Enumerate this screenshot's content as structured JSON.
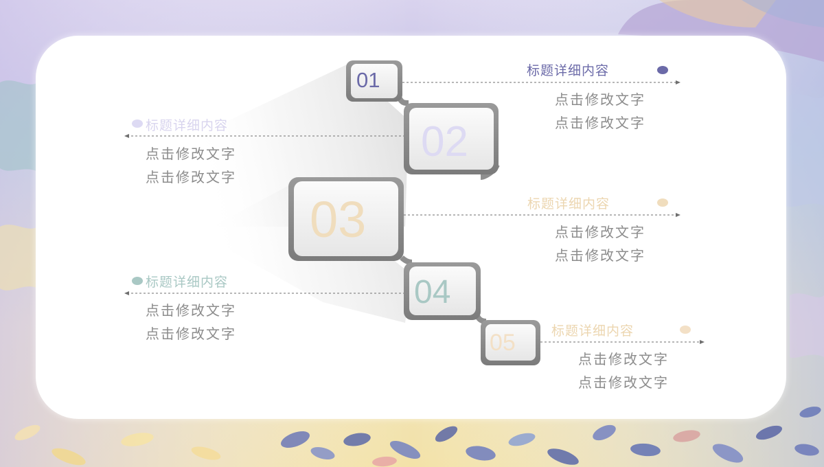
{
  "colors": {
    "step1": "#6b6aa8",
    "step2": "#dddaf3",
    "step3": "#f0ddbd",
    "step4": "#a9c8c4",
    "step5": "#f3e0c6",
    "body_text": "#8c8c8c",
    "bezel": "#8f8f8f",
    "card": "#ffffff"
  },
  "steps": [
    {
      "number": "01",
      "title": "标题详细内容",
      "line1": "点击修改文字",
      "line2": "点击修改文字",
      "side": "right"
    },
    {
      "number": "02",
      "title": "标题详细内容",
      "line1": "点击修改文字",
      "line2": "点击修改文字",
      "side": "left"
    },
    {
      "number": "03",
      "title": "标题详细内容",
      "line1": "点击修改文字",
      "line2": "点击修改文字",
      "side": "right"
    },
    {
      "number": "04",
      "title": "标题详细内容",
      "line1": "点击修改文字",
      "line2": "点击修改文字",
      "side": "left"
    },
    {
      "number": "05",
      "title": "标题详细内容",
      "line1": "点击修改文字",
      "line2": "点击修改文字",
      "side": "right"
    }
  ]
}
